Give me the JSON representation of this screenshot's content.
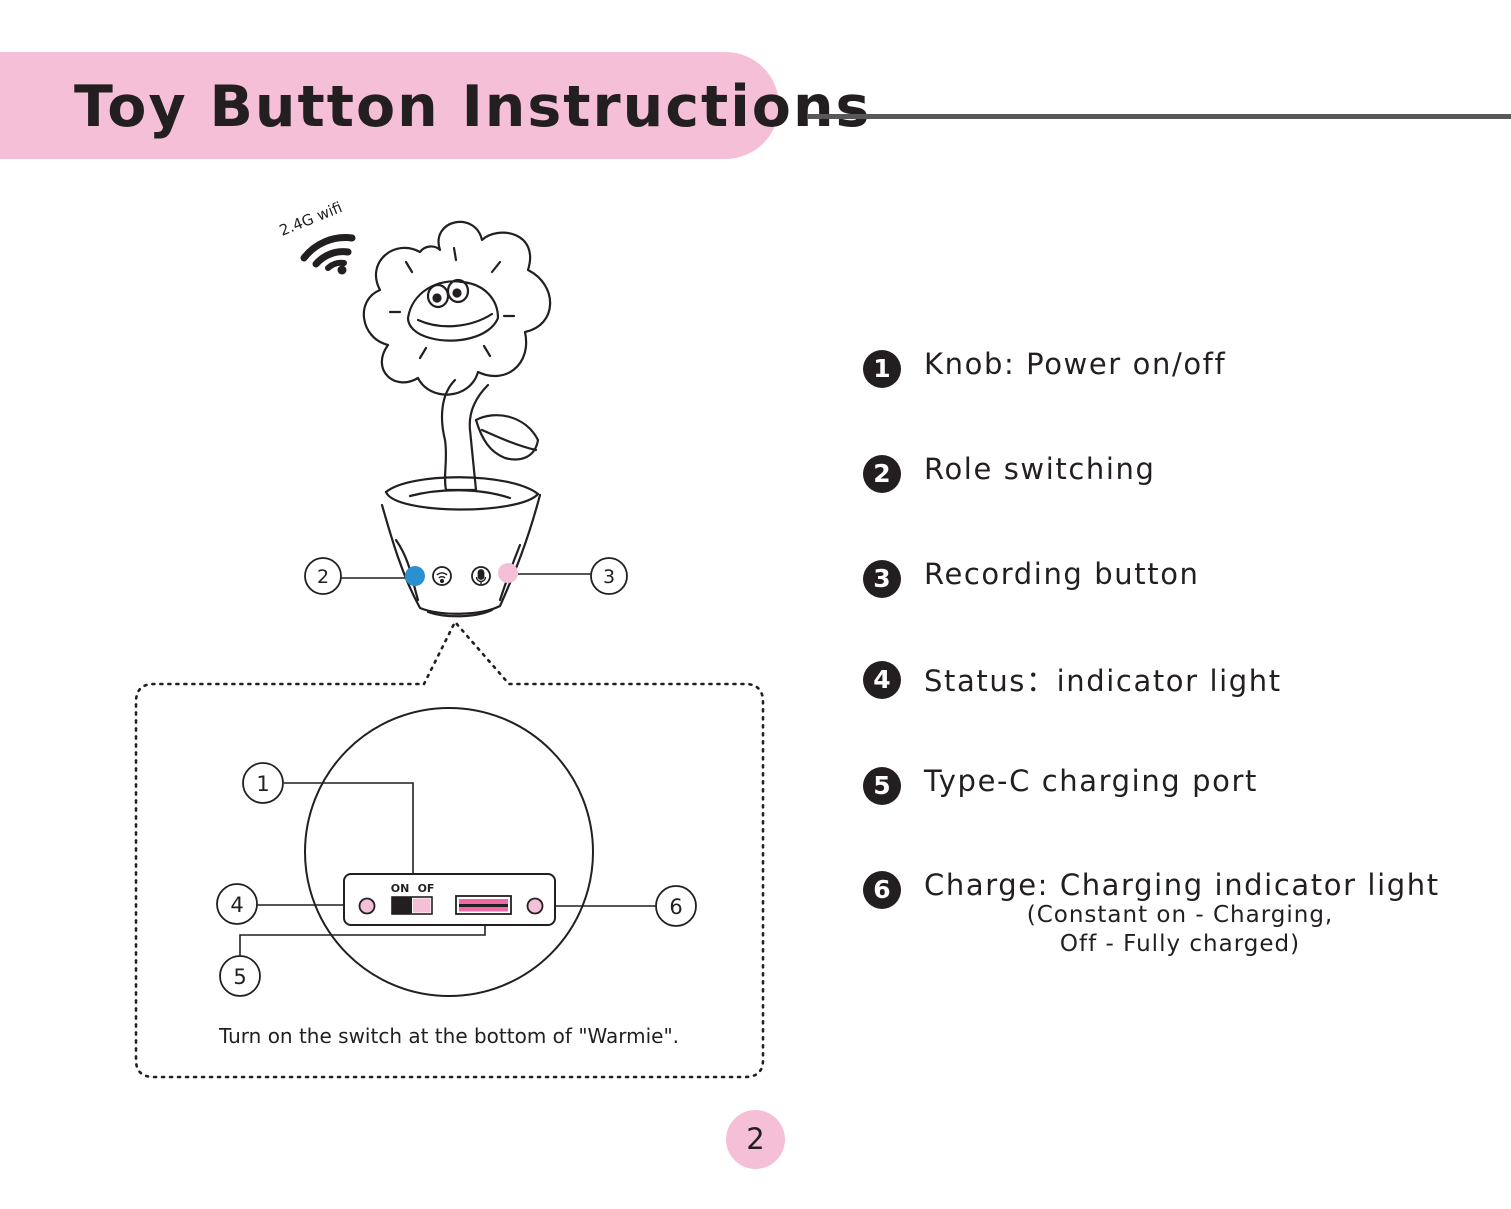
{
  "header": {
    "title": "Toy Button Instructions"
  },
  "illustration": {
    "wifi_label": "2.4G wifi",
    "callouts": [
      "1",
      "2",
      "3",
      "4",
      "5",
      "6"
    ],
    "switch_labels": {
      "on": "ON",
      "off": "OF"
    },
    "caption": "Turn on the switch at the bottom of \"Warmie\".",
    "colors": {
      "role_button": "#2a90d0",
      "record_button": "#f6bfd8",
      "banner": "#f6bfd8"
    }
  },
  "features": [
    {
      "number": "1",
      "label": "Knob: Power on/off"
    },
    {
      "number": "2",
      "label": "Role switching"
    },
    {
      "number": "3",
      "label": "Recording button"
    },
    {
      "number": "4",
      "label": "Status：indicator light"
    },
    {
      "number": "5",
      "label": "Type-C charging port"
    },
    {
      "number": "6",
      "label": "Charge: Charging indicator light",
      "detail_1": "(Constant on - Charging,",
      "detail_2": "Off - Fully charged)"
    }
  ],
  "page": {
    "number": "2"
  }
}
